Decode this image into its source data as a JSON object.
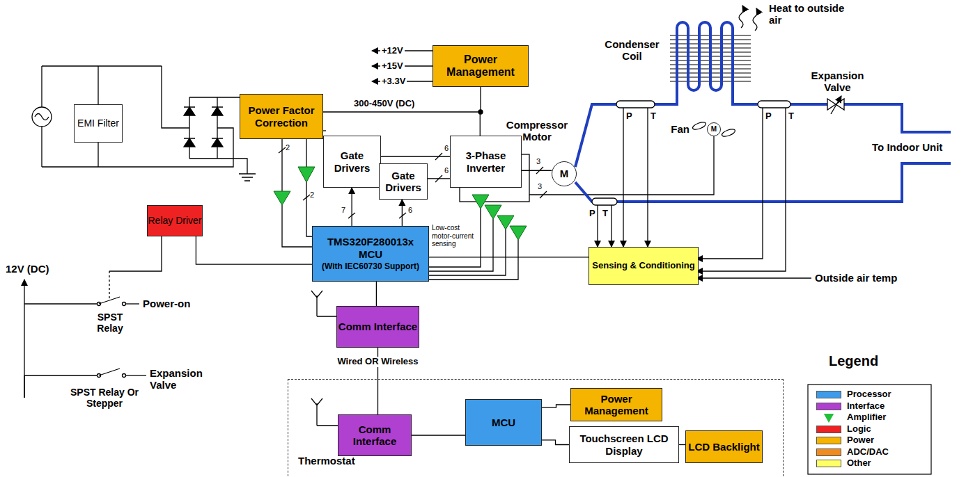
{
  "diagram": {
    "nodes": [
      {
        "text": [
          "EMI Filter"
        ]
      },
      {
        "text": [
          "Power Factor Correction"
        ]
      },
      {
        "text": [
          "Power Management"
        ]
      },
      {
        "text": [
          "Gate Drivers"
        ]
      },
      {
        "text": [
          "Gate Drivers"
        ]
      },
      {
        "text": [
          "3-Phase Inverter"
        ]
      },
      {
        "text": [
          "Relay Driver"
        ]
      },
      {
        "text": [
          "TMS320F280013x MCU",
          "(With IEC60730 Support)"
        ]
      },
      {
        "text": [
          "Sensing & Conditioning"
        ]
      },
      {
        "text": [
          "Comm Interface"
        ]
      },
      {
        "text": [
          "Thermostat"
        ]
      },
      {
        "text": [
          "Comm Interface"
        ],
        "in": 10
      },
      {
        "text": [
          "MCU"
        ],
        "in": 10
      },
      {
        "text": [
          "Power Management"
        ],
        "in": 10
      },
      {
        "text": [
          "Touchscreen LCD Display"
        ],
        "in": 10
      },
      {
        "text": [
          "LCD Backlight"
        ],
        "in": 10
      },
      {
        "text": [
          "Compressor Motor",
          "M"
        ]
      },
      {
        "text": [
          "Fan",
          "M"
        ]
      }
    ],
    "edges": [
      {
        "from": 1,
        "to": 5,
        "arrow": "none",
        "label": "300-450V (DC)"
      },
      {
        "from": 3,
        "to": 5,
        "arrow": "none"
      },
      {
        "from": 4,
        "to": 5,
        "arrow": "none"
      },
      {
        "from": 7,
        "to": 3,
        "arrow": "to"
      },
      {
        "from": 7,
        "to": 4,
        "arrow": "to"
      },
      {
        "from": 5,
        "to": 16,
        "arrow": "none"
      },
      {
        "from": 7,
        "to": 6,
        "arrow": "none"
      },
      {
        "from": 8,
        "to": 7,
        "arrow": "none"
      },
      {
        "from": 7,
        "to": 9,
        "arrow": "none"
      },
      {
        "from": 9,
        "to": 11,
        "arrow": "none",
        "label": "Wired OR Wireless"
      },
      {
        "from": 11,
        "to": 12,
        "arrow": "none"
      },
      {
        "from": 12,
        "to": 13,
        "arrow": "none"
      },
      {
        "from": 12,
        "to": 14,
        "arrow": "none"
      },
      {
        "from": 14,
        "to": 15,
        "arrow": "none"
      }
    ],
    "labels": [
      "+12V",
      "+15V",
      "+3.3V",
      "2",
      "2",
      "7",
      "6",
      "6",
      "6",
      "3",
      "3",
      "Low-cost motor-current sensing",
      "Condenser Coil",
      "Heat to outside air",
      "Expansion Valve",
      "To Indoor Unit",
      "P",
      "T",
      "P",
      "T",
      "P",
      "T",
      "12V (DC)",
      "Power-on",
      "SPST Relay",
      "Expansion Valve",
      "SPST Relay Or Stepper",
      "Outside air temp",
      "Legend"
    ],
    "legend": [
      {
        "text": "Processor",
        "color": "#3d9be9"
      },
      {
        "text": "Interface",
        "color": "#b040d0"
      },
      {
        "text": "Amplifier",
        "color": "#22c03a"
      },
      {
        "text": "Logic",
        "color": "#ee2222"
      },
      {
        "text": "Power",
        "color": "#f5b400"
      },
      {
        "text": "ADC/DAC",
        "color": "#f08c1e"
      },
      {
        "text": "Other",
        "color": "#ffff66"
      }
    ]
  }
}
